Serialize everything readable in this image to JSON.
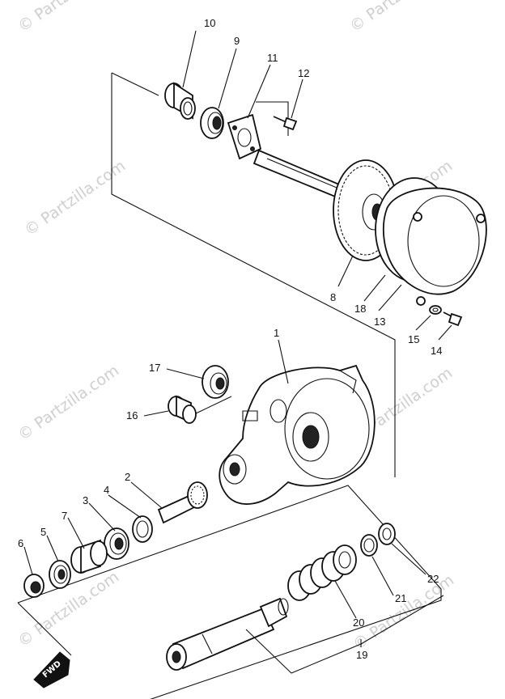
{
  "watermark": {
    "text": "© Partzilla.com",
    "color": "#cfcfcf"
  },
  "callouts": {
    "p1": "1",
    "p2": "2",
    "p3": "3",
    "p4": "4",
    "p5": "5",
    "p6": "6",
    "p7": "7",
    "p8": "8",
    "p9": "9",
    "p10": "10",
    "p11": "11",
    "p12": "12",
    "p13": "13",
    "p14": "14",
    "p15": "15",
    "p16": "16",
    "p17": "17",
    "p18": "18",
    "p19": "19",
    "p20": "20",
    "p21": "21",
    "p22": "22"
  },
  "direction_arrow": "FWD",
  "line_color": "#111111"
}
